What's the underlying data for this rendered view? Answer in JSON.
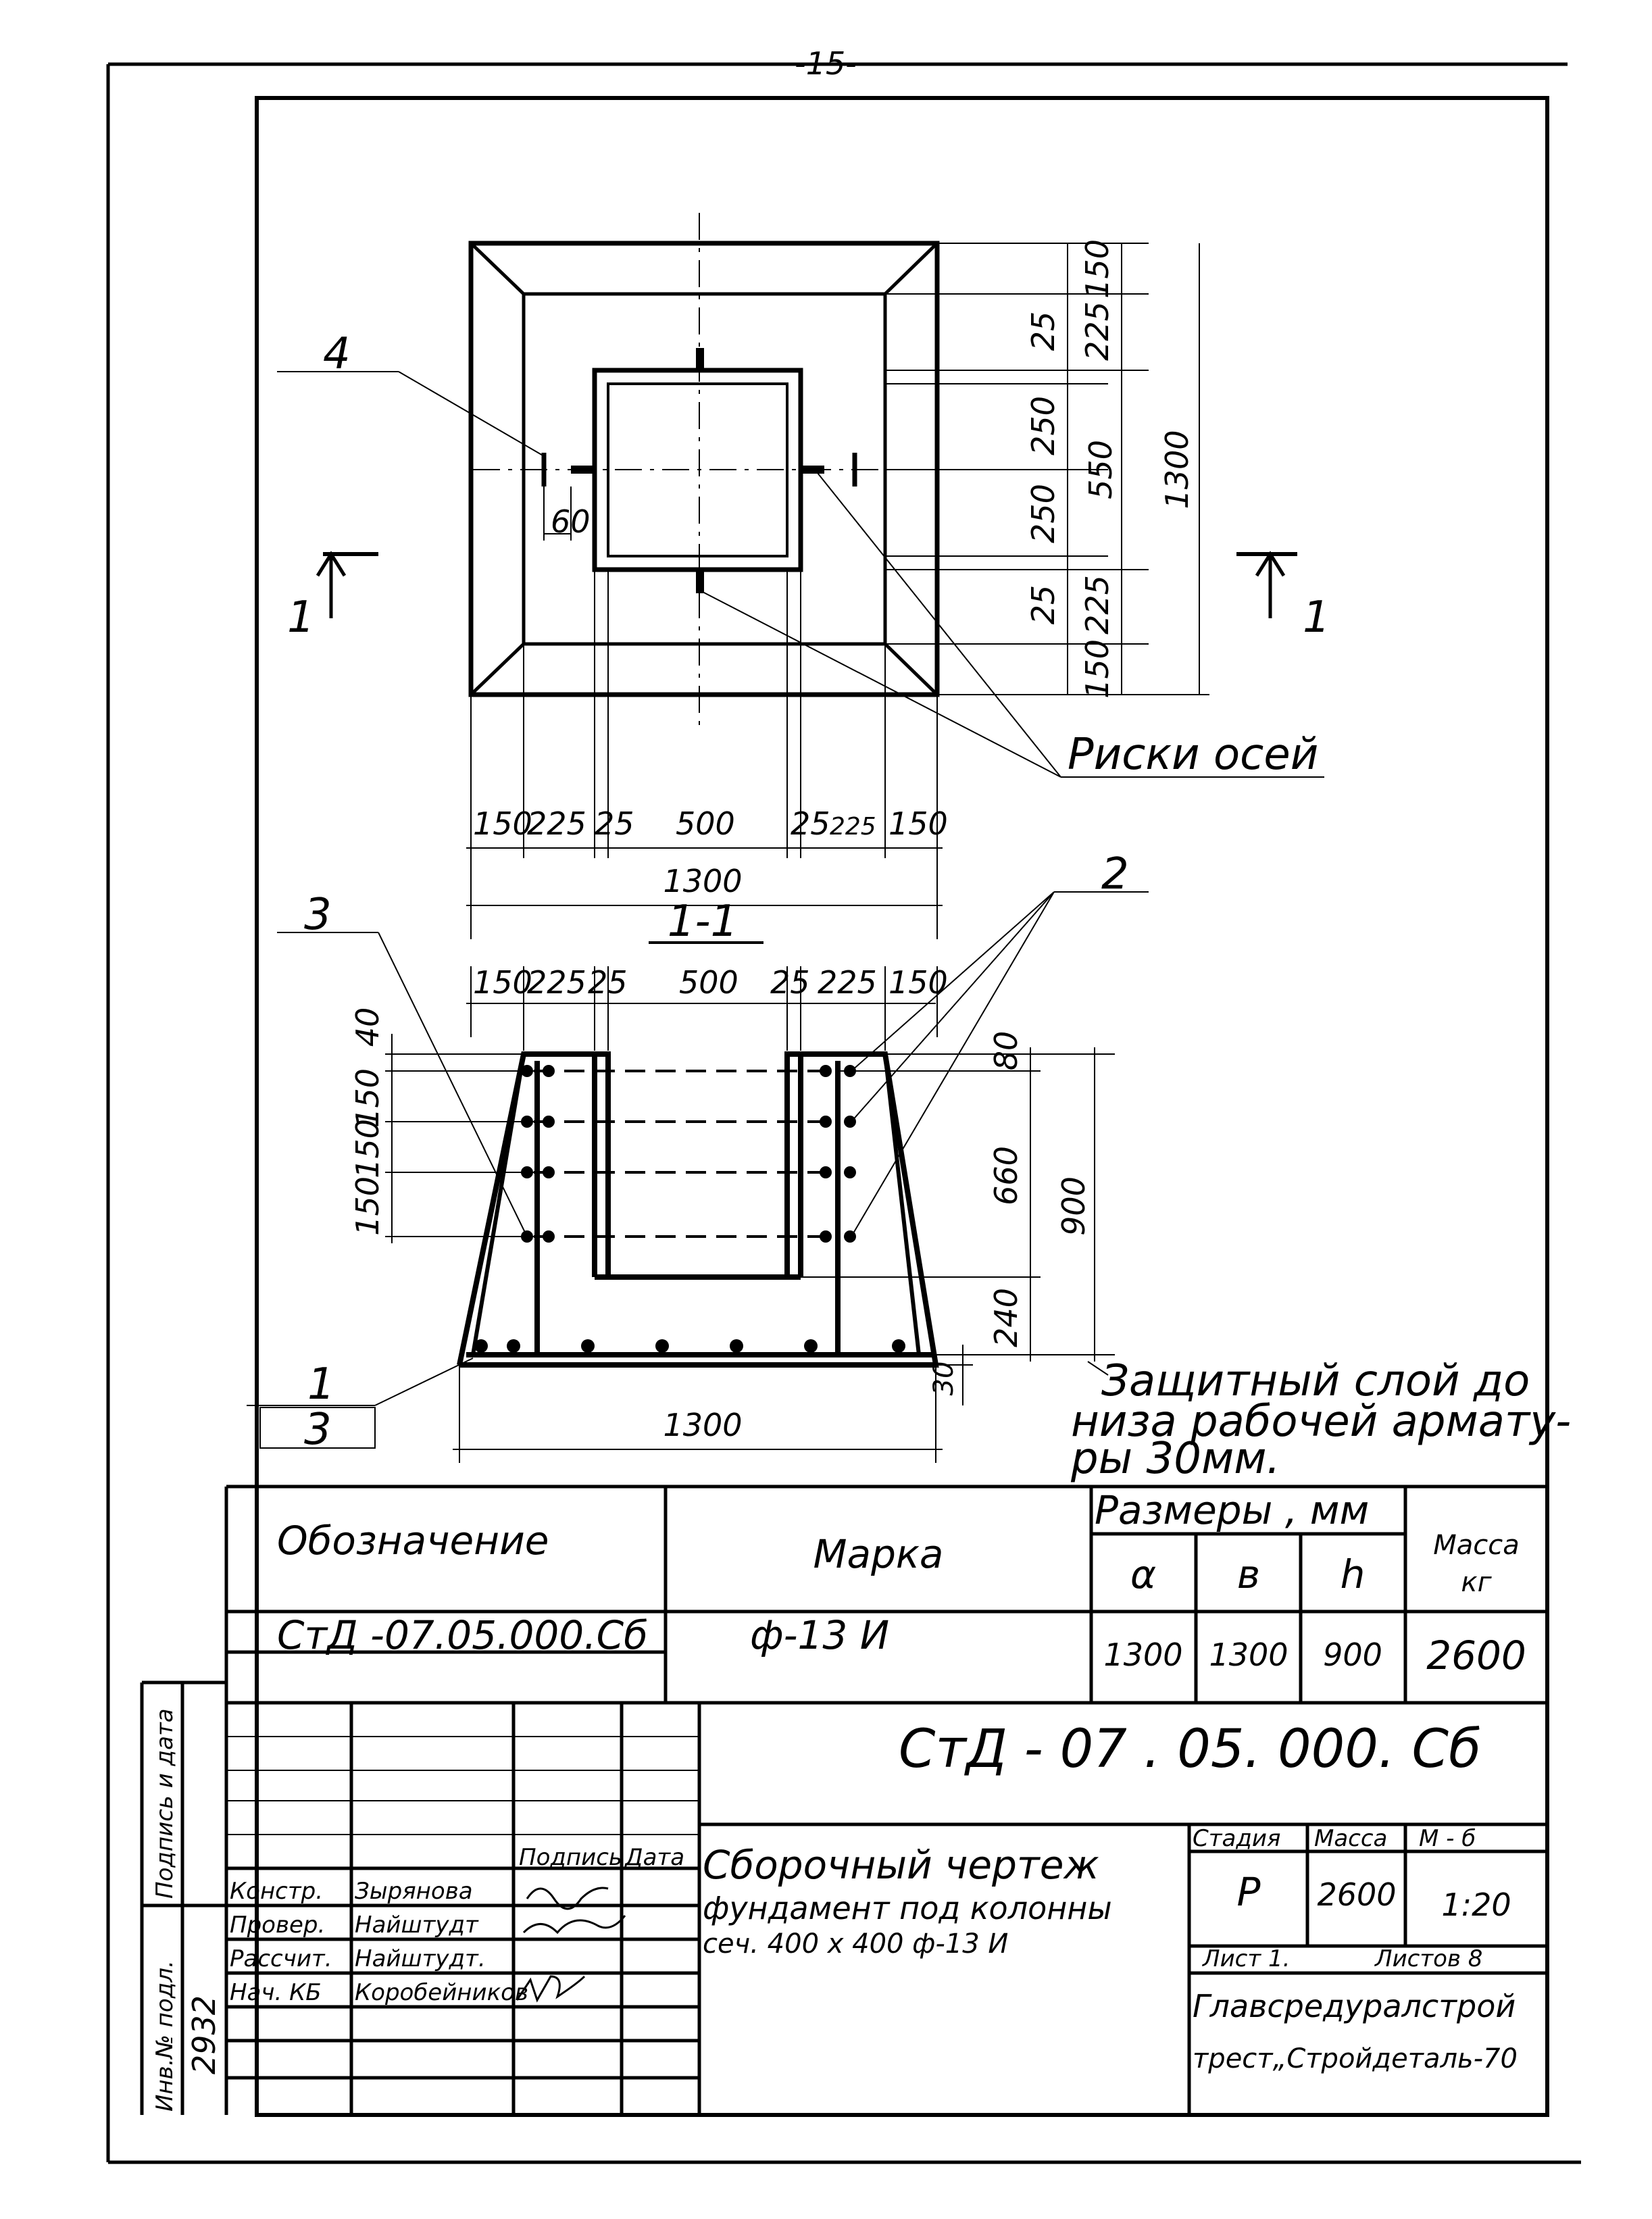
{
  "page_number": "-15-",
  "plan": {
    "dims_right": [
      "150",
      "225",
      "25",
      "250",
      "250",
      "25",
      "225",
      "150"
    ],
    "dim_550": "550",
    "dim_1300_vert": "1300",
    "dims_bottom": [
      "150",
      "225",
      "25",
      "500",
      "25",
      "225",
      "150"
    ],
    "dim_1300_horiz": "1300",
    "dim_60": "60",
    "callout_4": "4",
    "axis_marks_label": "Риски осей",
    "section_mark_left": "1",
    "section_mark_right": "1"
  },
  "section": {
    "title": "1-1",
    "dims_top": [
      "150",
      "225",
      "25",
      "500",
      "25",
      "225",
      "150"
    ],
    "dims_left": [
      "40",
      "150",
      "150",
      "150"
    ],
    "dims_right": [
      "80",
      "660",
      "900",
      "240",
      "30"
    ],
    "dim_1300": "1300",
    "callout_3": "3",
    "callout_2": "2",
    "callout_1_top": "1",
    "callout_1_bottom": "3",
    "note_line1": "Защитный  слой  до",
    "note_line2": "низа рабочей  армату-",
    "note_line3": "ры 30мм."
  },
  "spec_table": {
    "h_designation": "Обозначение",
    "h_mark": "Марка",
    "h_sizes": "Размеры , мм",
    "h_a": "α",
    "h_b": "в",
    "h_h": "h",
    "h_mass": "Масса",
    "h_mass_unit": "кг",
    "designation": "СтД -07.05.000.Сб",
    "mark": "ф-13 И",
    "a": "1300",
    "b": "1300",
    "h": "900",
    "mass": "2600"
  },
  "title_block": {
    "code": "СтД - 07 . 05. 000. Сб",
    "desc_line1": "Сборочный   чертеж",
    "desc_line2": "фундамент     под колонны",
    "desc_line3": "сеч. 400 x 400       ф-13  И",
    "h_stage": "Стадия",
    "h_mass": "Масса",
    "h_scale": "М - б",
    "stage": "Р",
    "mass": "2600",
    "scale": "1:20",
    "sheet": "Лист 1.",
    "sheets": "Листов 8",
    "org_line1": "Главсредуралстрой",
    "org_line2": "трест„Стройдеталь-70"
  },
  "signatures": {
    "h_sign": "Подпись",
    "h_date": "Дата",
    "rows": [
      {
        "role": "Констр.",
        "name": "Зырянова"
      },
      {
        "role": "Провер.",
        "name": "Найштудт"
      },
      {
        "role": "Рассчит.",
        "name": "Найштудт."
      },
      {
        "role": "Нач. КБ",
        "name": "Коробейников"
      }
    ]
  },
  "side_stamp": {
    "inv_label": "Инв.№ подл.",
    "sign_label": "Подпись и дата",
    "inv_number": "2932"
  }
}
